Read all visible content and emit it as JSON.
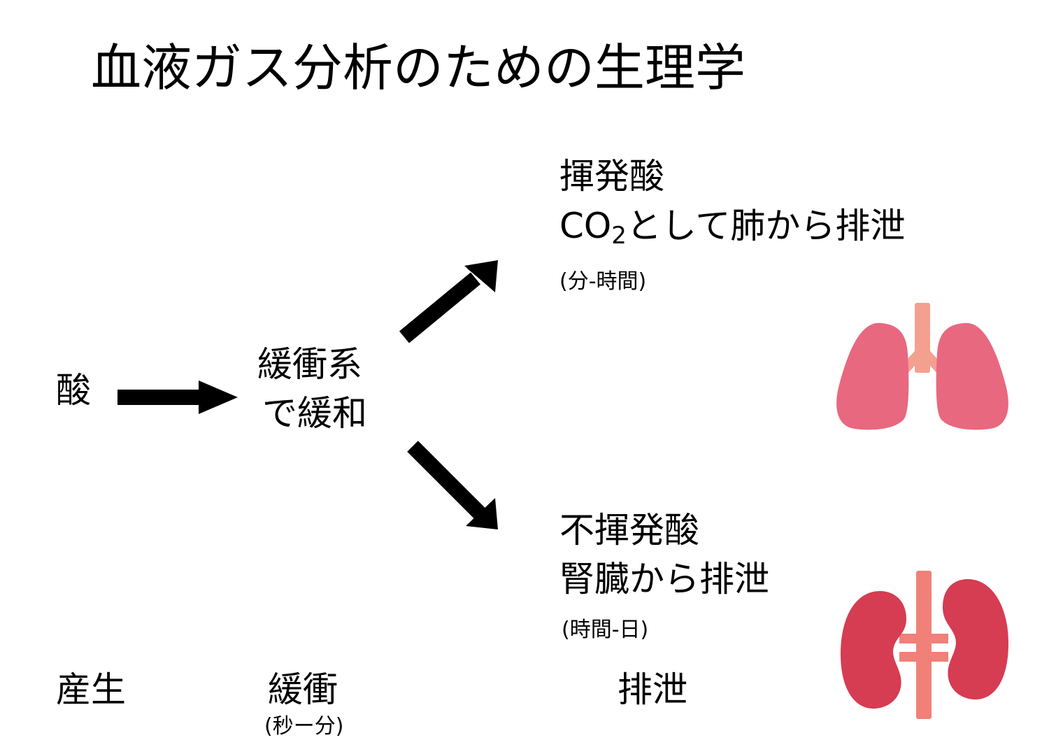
{
  "title": "血液ガス分析のための生理学",
  "acid": "酸",
  "buffer": {
    "line1": "緩衝系",
    "line2": "で緩和"
  },
  "volatile": {
    "title": "揮発酸",
    "desc_pre": "CO",
    "desc_sub": "2",
    "desc_post": "として肺から排泄",
    "time": "(分-時間)"
  },
  "nonvolatile": {
    "title": "不揮発酸",
    "desc": "腎臓から排泄",
    "time": "(時間-日)"
  },
  "stages": {
    "production": "産生",
    "buffering": "緩衝",
    "buffering_time": "(秒ー分)",
    "excretion": "排泄"
  },
  "icons": [
    "arrow-right-icon",
    "arrow-up-right-icon",
    "arrow-down-right-icon",
    "lungs-icon",
    "kidneys-icon"
  ],
  "colors": {
    "lung": "#e8687f",
    "trachea": "#f4a090",
    "kidney": "#d63c52",
    "vessel": "#f08078"
  }
}
